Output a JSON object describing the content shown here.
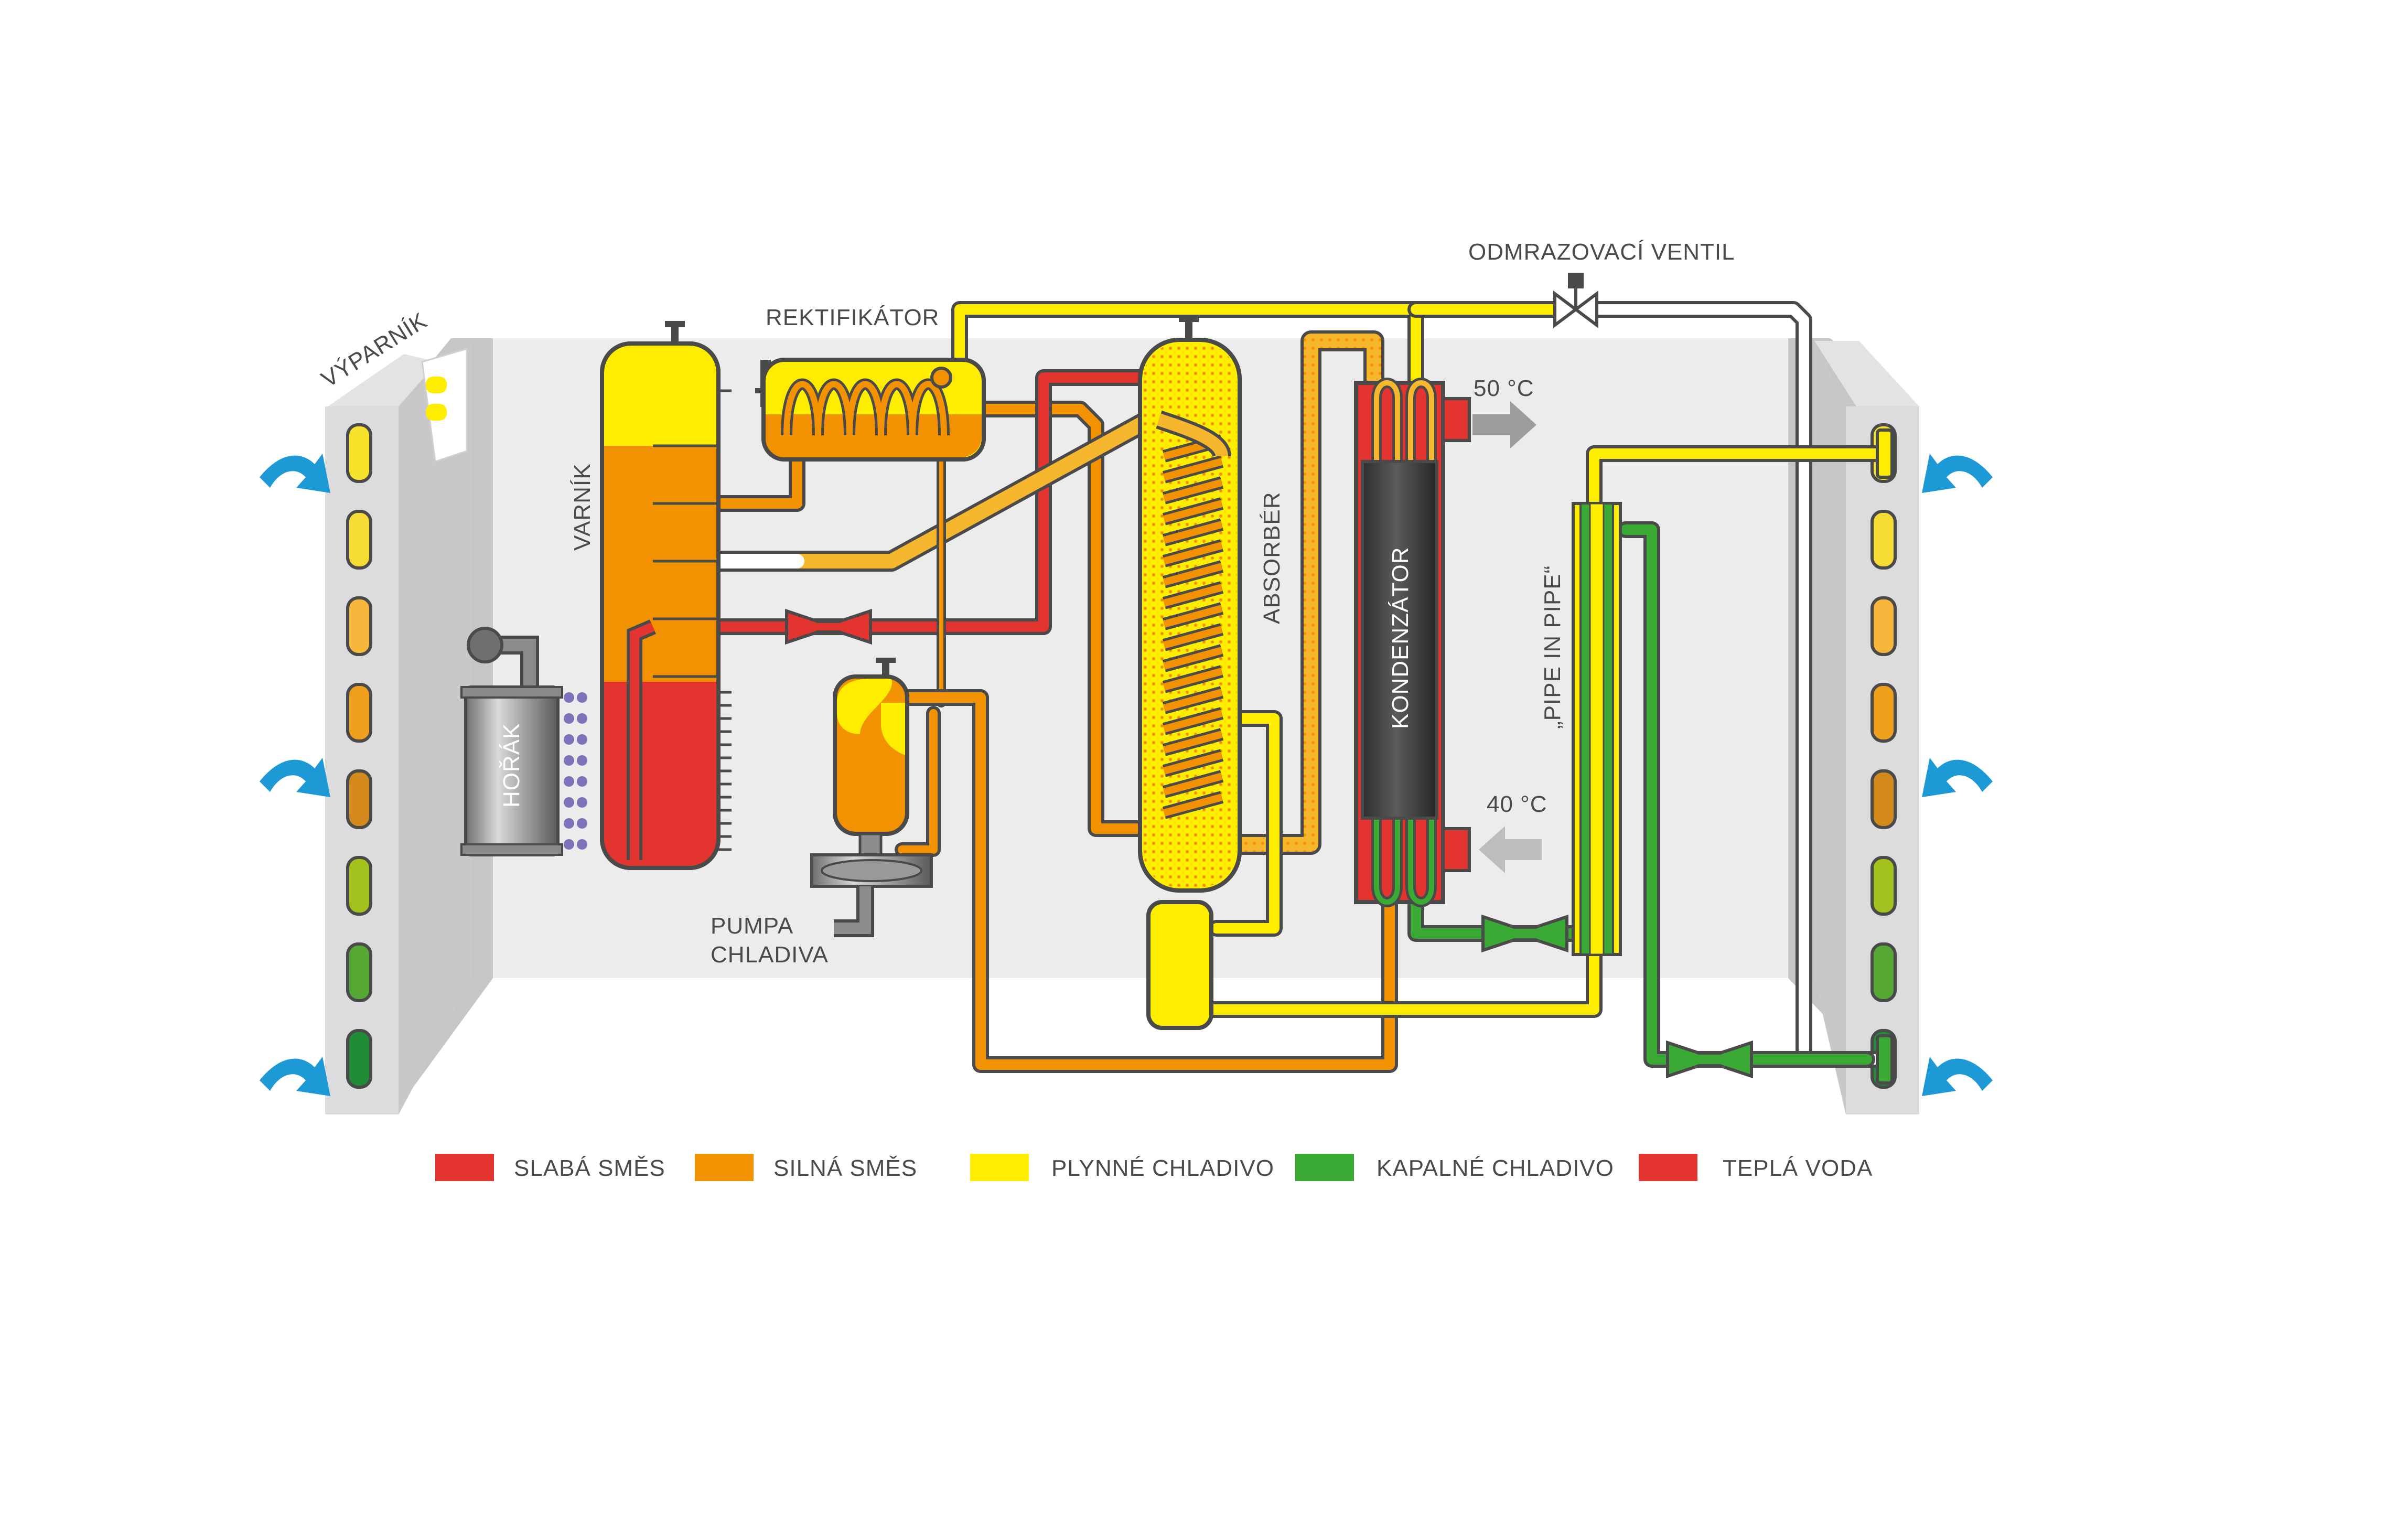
{
  "labels": {
    "vyparnik": "VÝPARNÍK",
    "varnik": "VARNÍK",
    "rektifikator": "REKTIFIKÁTOR",
    "odmrazovaci_ventil": "ODMRAZOVACÍ VENTIL",
    "absorber": "ABSORBÉR",
    "kondenzator": "KONDENZÁTOR",
    "horak": "HOŘÁK",
    "pumpa_line1": "PUMPA",
    "pumpa_line2": "CHLADIVA",
    "pipe_in_pipe": "„PIPE IN PIPE“",
    "temp_out": "50 °C",
    "temp_in": "40 °C"
  },
  "legend": [
    {
      "label": "SLABÁ SMĚS",
      "color": "#e3342f"
    },
    {
      "label": "SILNÁ SMĚS",
      "color": "#f39200"
    },
    {
      "label": "PLYNNÉ CHLADIVO",
      "color": "#ffed00"
    },
    {
      "label": "KAPALNÉ CHLADIVO",
      "color": "#3aaa35"
    },
    {
      "label": "TEPLÁ VODA",
      "color": "#e3342f"
    }
  ],
  "colors": {
    "weak_mix": "#e3342f",
    "strong_mix": "#f39200",
    "gas_refrigerant": "#ffed00",
    "liquid_refrigerant": "#3aaa35",
    "hot_water": "#e3342f",
    "air_arrow": "#1d9ad6",
    "outline": "#4a4a4a",
    "panel": "#ececed"
  }
}
